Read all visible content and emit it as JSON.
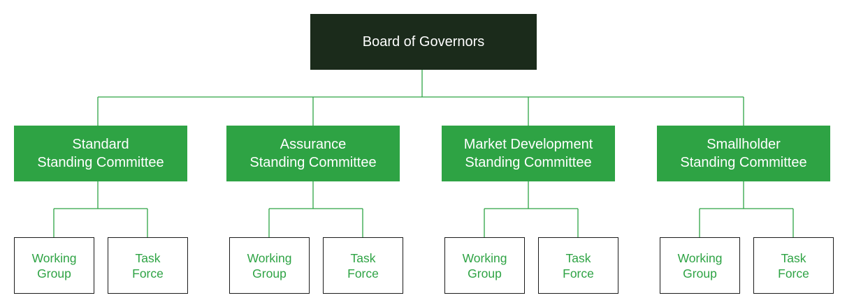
{
  "root": {
    "label": "Board of Governors"
  },
  "committees": [
    {
      "line1": "Standard",
      "line2": "Standing Committee",
      "subs": [
        {
          "line1": "Working",
          "line2": "Group"
        },
        {
          "line1": "Task",
          "line2": "Force"
        }
      ]
    },
    {
      "line1": "Assurance",
      "line2": "Standing Committee",
      "subs": [
        {
          "line1": "Working",
          "line2": "Group"
        },
        {
          "line1": "Task",
          "line2": "Force"
        }
      ]
    },
    {
      "line1": "Market Development",
      "line2": "Standing Committee",
      "subs": [
        {
          "line1": "Working",
          "line2": "Group"
        },
        {
          "line1": "Task",
          "line2": "Force"
        }
      ]
    },
    {
      "line1": "Smallholder",
      "line2": "Standing Committee",
      "subs": [
        {
          "line1": "Working",
          "line2": "Group"
        },
        {
          "line1": "Task",
          "line2": "Force"
        }
      ]
    }
  ],
  "colors": {
    "root_fill": "#1b2b1b",
    "committee_fill": "#2ea344",
    "connector": "#2ea344",
    "sub_text": "#2ea344",
    "sub_border": "#1b1b1b"
  }
}
